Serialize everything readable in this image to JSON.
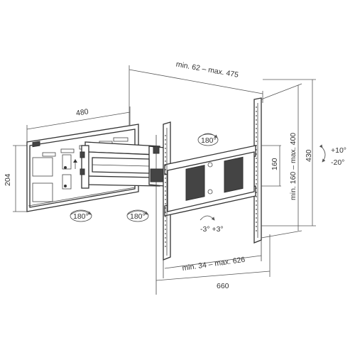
{
  "dimensions": {
    "arm_extension": "min. 62 – max. 475",
    "wall_plate_width": "480",
    "wall_plate_height": "204",
    "tv_vesa_width": "min. 34 – max. 626",
    "tv_bracket_width": "660",
    "tv_vesa_height": "min. 160 – max. 400",
    "tv_bracket_height": "430",
    "tv_plate_inner": "160"
  },
  "rotations": {
    "wall_swivel": "180°",
    "arm_swivel": "180°",
    "tv_swivel": "180°",
    "tilt_up": "+10°",
    "tilt_down": "-20°",
    "rotation": "-3° +3°"
  },
  "colors": {
    "line": "#333333",
    "dimension": "#555555",
    "fill_dark": "#444444"
  }
}
